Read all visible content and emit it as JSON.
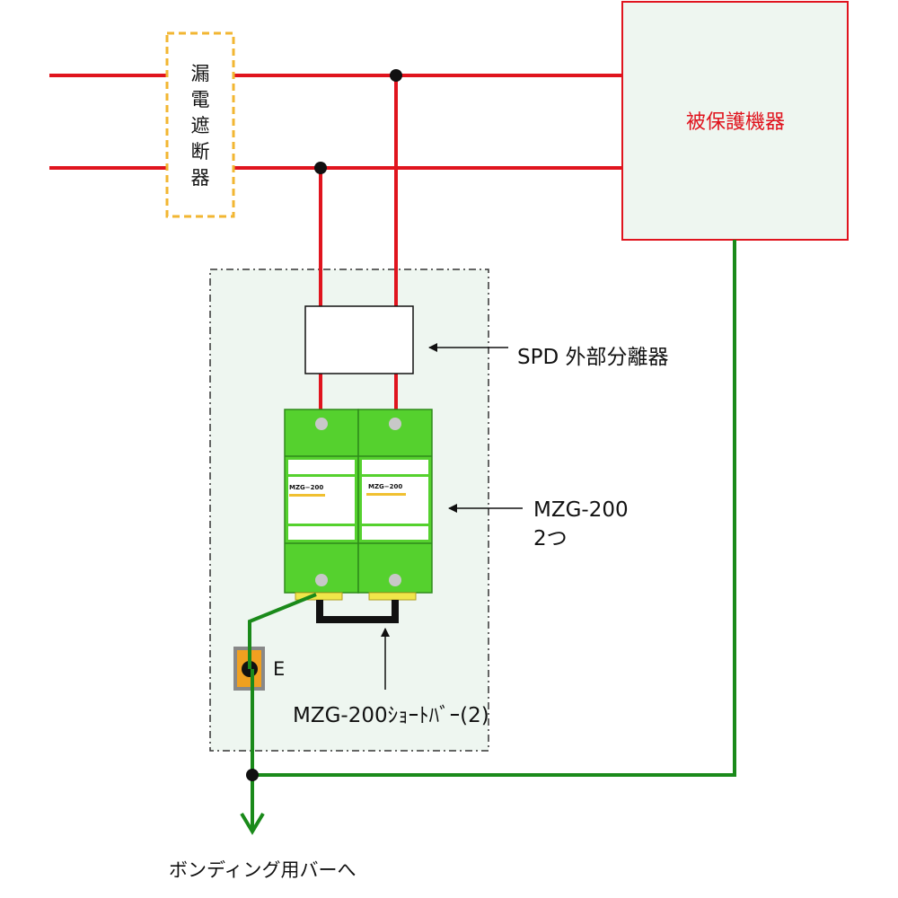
{
  "breaker": {
    "chars": [
      "漏",
      "電",
      "遮",
      "断",
      "器"
    ]
  },
  "protected_equipment": {
    "label": "被保護機器"
  },
  "spd_disconnector": {
    "label": "SPD 外部分離器"
  },
  "spd_module": {
    "model_line1": "MZG-200",
    "model_line2": "2つ",
    "module_text": "MZG−200"
  },
  "ground_terminal": {
    "label": "E"
  },
  "short_bar": {
    "label": "MZG-200ｼｮｰﾄﾊﾞｰ(2)"
  },
  "bonding": {
    "label": "ボンディング用バーへ"
  },
  "colors": {
    "power_line": "#e0141e",
    "ground_line": "#1a8a1a",
    "breaker_border": "#f2b632",
    "enclosure_fill": "#eef6f0",
    "protected_fill": "#eef6f0",
    "module_green": "#55d12e",
    "terminal_yellow": "#f0e64a",
    "ground_terminal_fill": "#f0a020"
  }
}
